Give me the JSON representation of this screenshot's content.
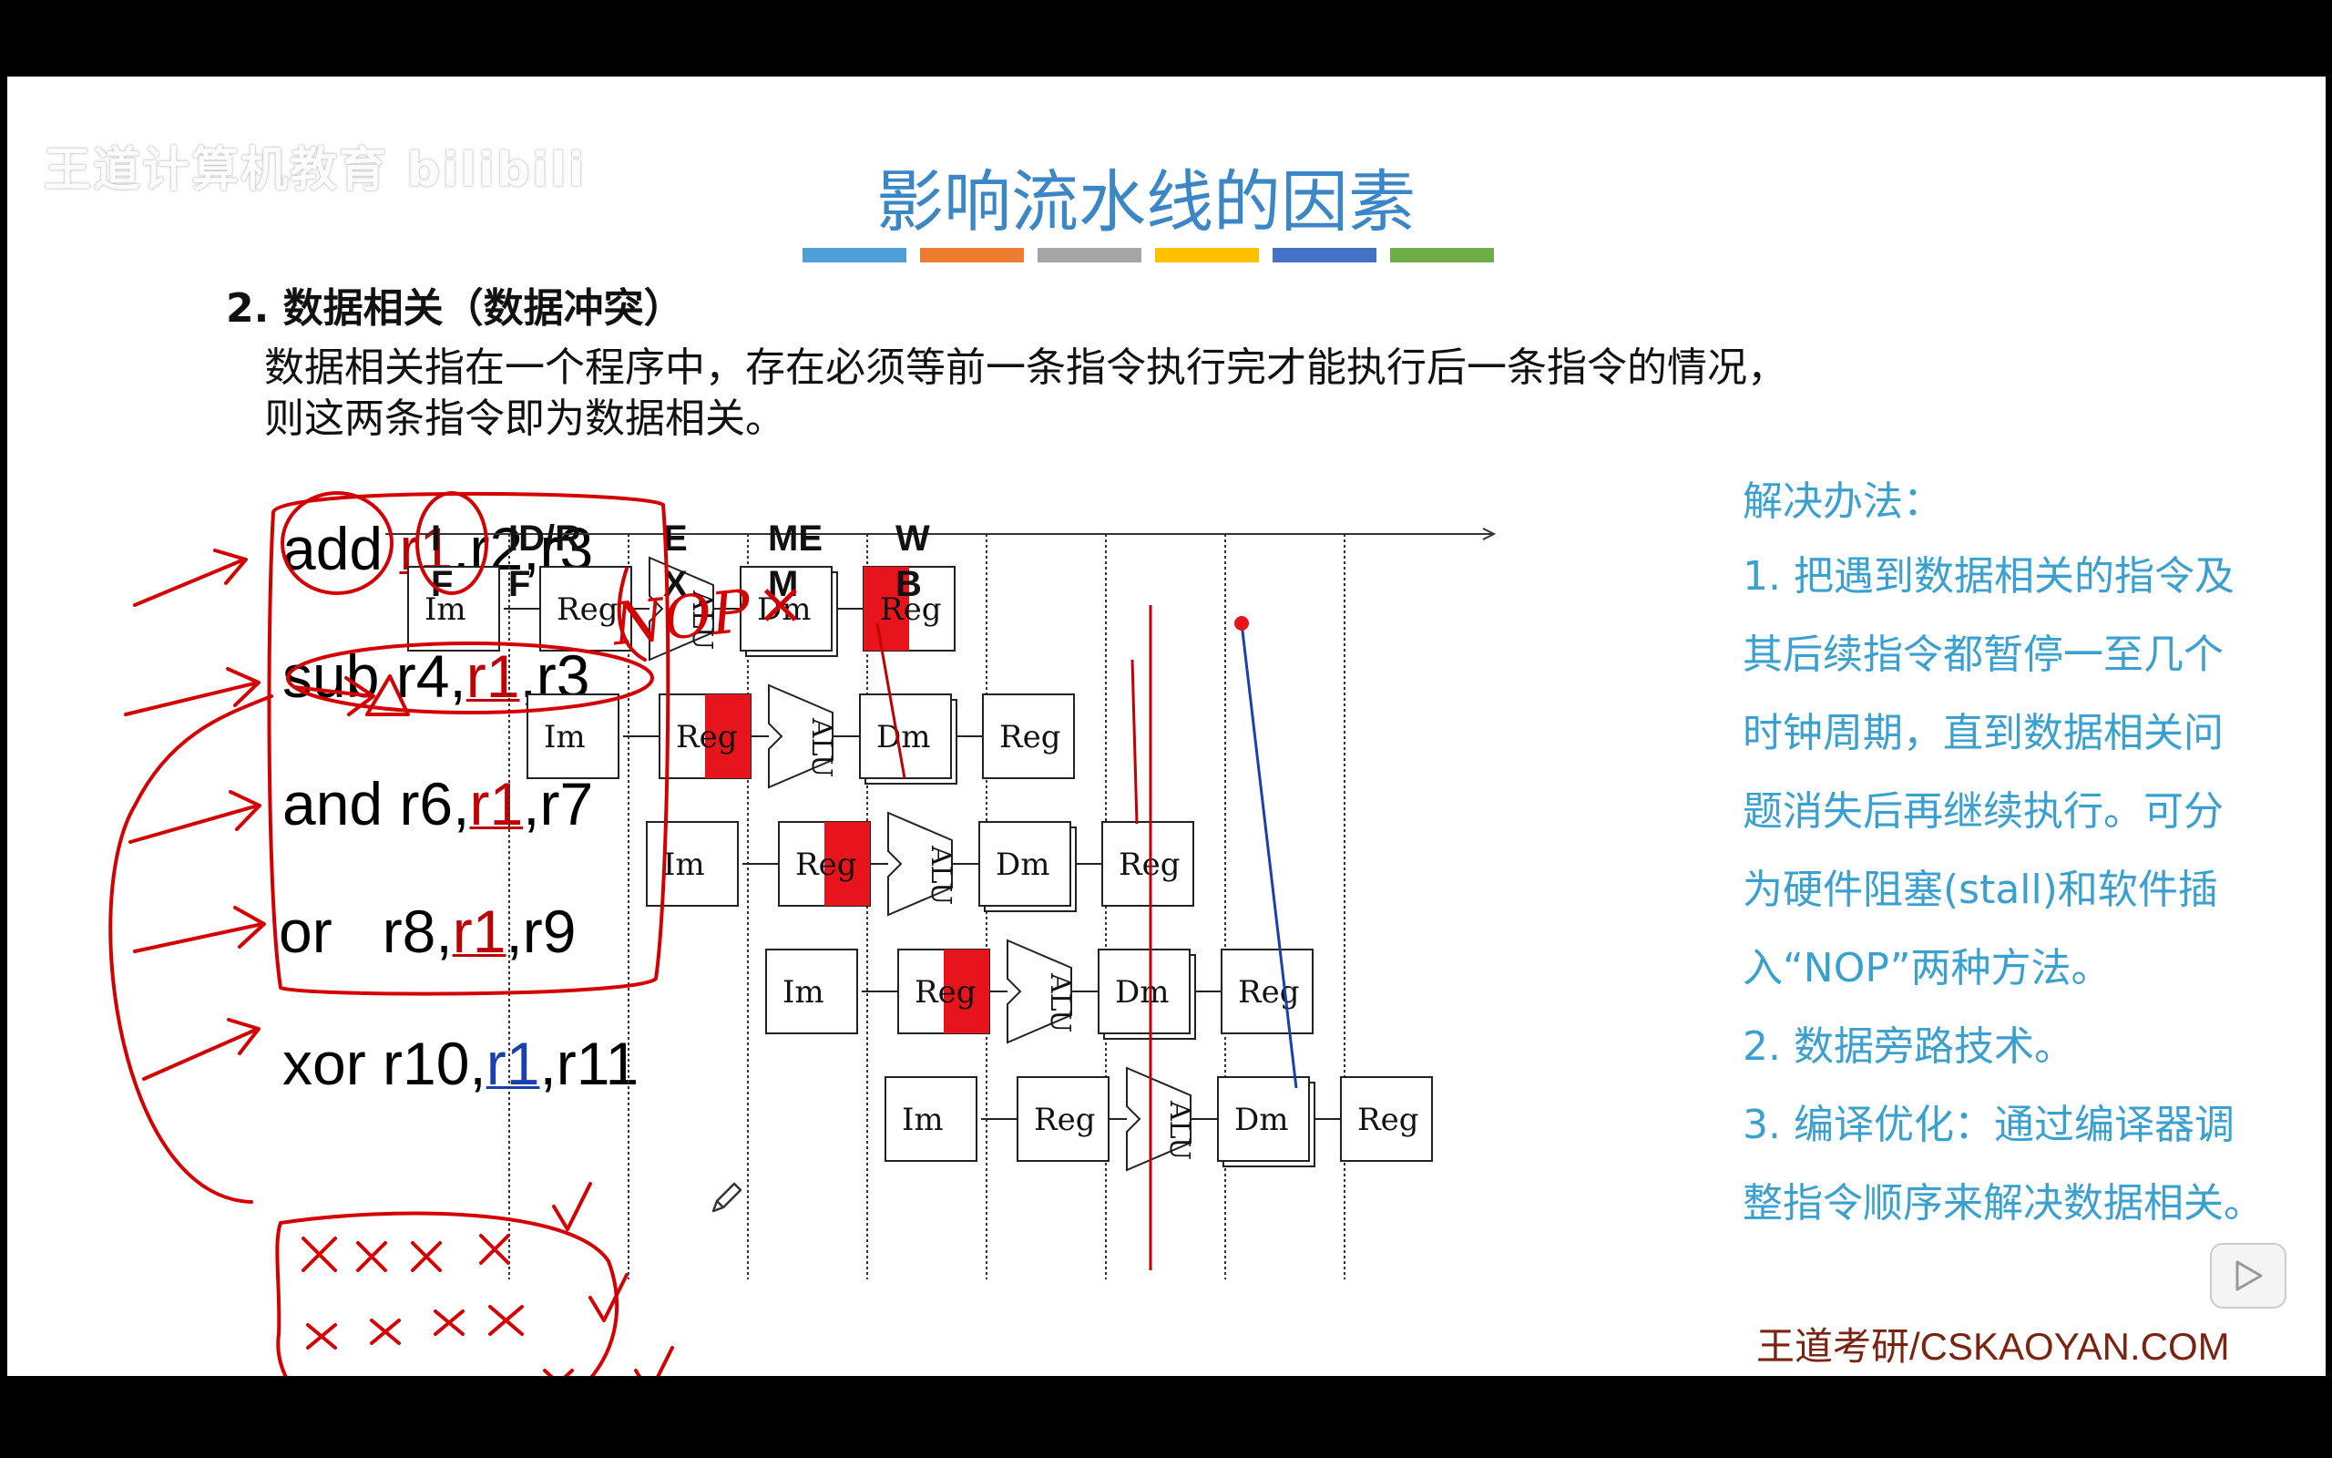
{
  "watermark": "王道计算机教育 bilibili",
  "slide": {
    "title": "影响流水线的因素",
    "accent_bars": [
      "#4f9fd8",
      "#ed7d31",
      "#a5a5a5",
      "#ffc000",
      "#4472c4",
      "#70ad47"
    ],
    "section_heading": "2. 数据相关（数据冲突）",
    "intro_line1": "数据相关指在一个程序中，存在必须等前一条指令执行完才能执行后一条指令的情况，",
    "intro_line2": "则这两条指令即为数据相关。"
  },
  "instructions": [
    {
      "pre": "add ",
      "reg": "r1",
      "post": ",r2,r3",
      "color": "red"
    },
    {
      "pre": "sub r4,",
      "reg": "r1",
      "post": ",r3",
      "color": "red"
    },
    {
      "pre": "and r6,",
      "reg": "r1",
      "post": ",r7",
      "color": "red"
    },
    {
      "pre": "or   r8,",
      "reg": "r1",
      "post": ",r9",
      "color": "red"
    },
    {
      "pre": "xor r10,",
      "reg": "r1",
      "post": ",r11",
      "color": "blue"
    }
  ],
  "pipeline": {
    "stage_labels": [
      "I",
      "F",
      "ID/R",
      "F",
      "E",
      "X",
      "ME",
      "M",
      "W",
      "B"
    ],
    "unit_labels": {
      "im": "Im",
      "reg": "Reg",
      "alu": "ALU",
      "dm": "Dm"
    }
  },
  "annotation": {
    "nop": "NOP"
  },
  "solutions": {
    "heading": "解决办法：",
    "lines": [
      "1. 把遇到数据相关的指令及",
      "其后续指令都暂停一至几个",
      "时钟周期，直到数据相关问",
      "题消失后再继续执行。可分",
      "为硬件阻塞(stall)和软件插",
      "入“NOP”两种方法。",
      "2. 数据旁路技术。",
      "3. 编译优化：通过编译器调",
      "整指令顺序来解决数据相关。"
    ]
  },
  "footer": "王道考研/CSKAOYAN.COM",
  "icons": [
    "play-icon",
    "pencil-cursor-icon"
  ]
}
